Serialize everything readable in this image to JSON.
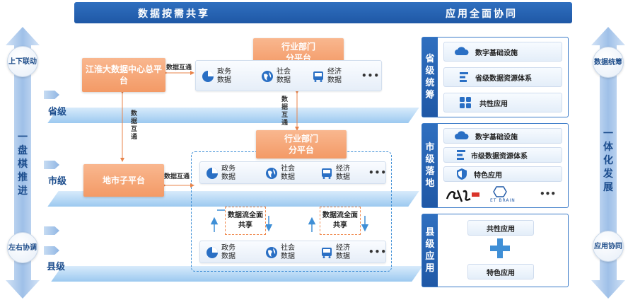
{
  "header": {
    "left_title": "数据按需共享",
    "right_title": "应用全面协同"
  },
  "left_axis": {
    "top_circle": "上下联动",
    "main_text": "一盘棋推进",
    "bottom_circle": "左右协调"
  },
  "right_axis": {
    "top_circle": "数据统筹",
    "main_text": "一体化发展",
    "bottom_circle": "应用协同"
  },
  "levels": {
    "province": "省级",
    "city": "市级",
    "county": "县级"
  },
  "boxes": {
    "hub": "江淮大数据中心总平台",
    "city_platform": "地市子平台",
    "prov_industry": "行业部门分平台",
    "city_industry": "行业部门分平台"
  },
  "links": {
    "hub_to_industry": "数据互通",
    "hub_to_city": "数据互通",
    "industry_vertical": "数据互通",
    "city_to_industry": "数据互通"
  },
  "data_items": {
    "gov": "政务数据",
    "social": "社会数据",
    "econ": "经济数据",
    "more": "•••"
  },
  "flow": {
    "left": "数据流全面共享",
    "right": "数据流全面共享"
  },
  "right_panels": {
    "province": {
      "label": "省级统筹",
      "items": [
        "数字基础设施",
        "省级数据资源体系",
        "共性应用"
      ]
    },
    "city": {
      "label": "市级落地",
      "items": [
        "数字基础设施",
        "市级数据资源体系",
        "特色应用"
      ],
      "logo_text": "ET BRAIN",
      "more": "•••"
    },
    "county": {
      "label": "县级应用",
      "items": [
        "共性应用",
        "特色应用"
      ]
    }
  },
  "colors": {
    "brand_blue": "#1f58a6",
    "accent_orange": "#f39a66",
    "layer_blue": "#9cc9f0"
  }
}
